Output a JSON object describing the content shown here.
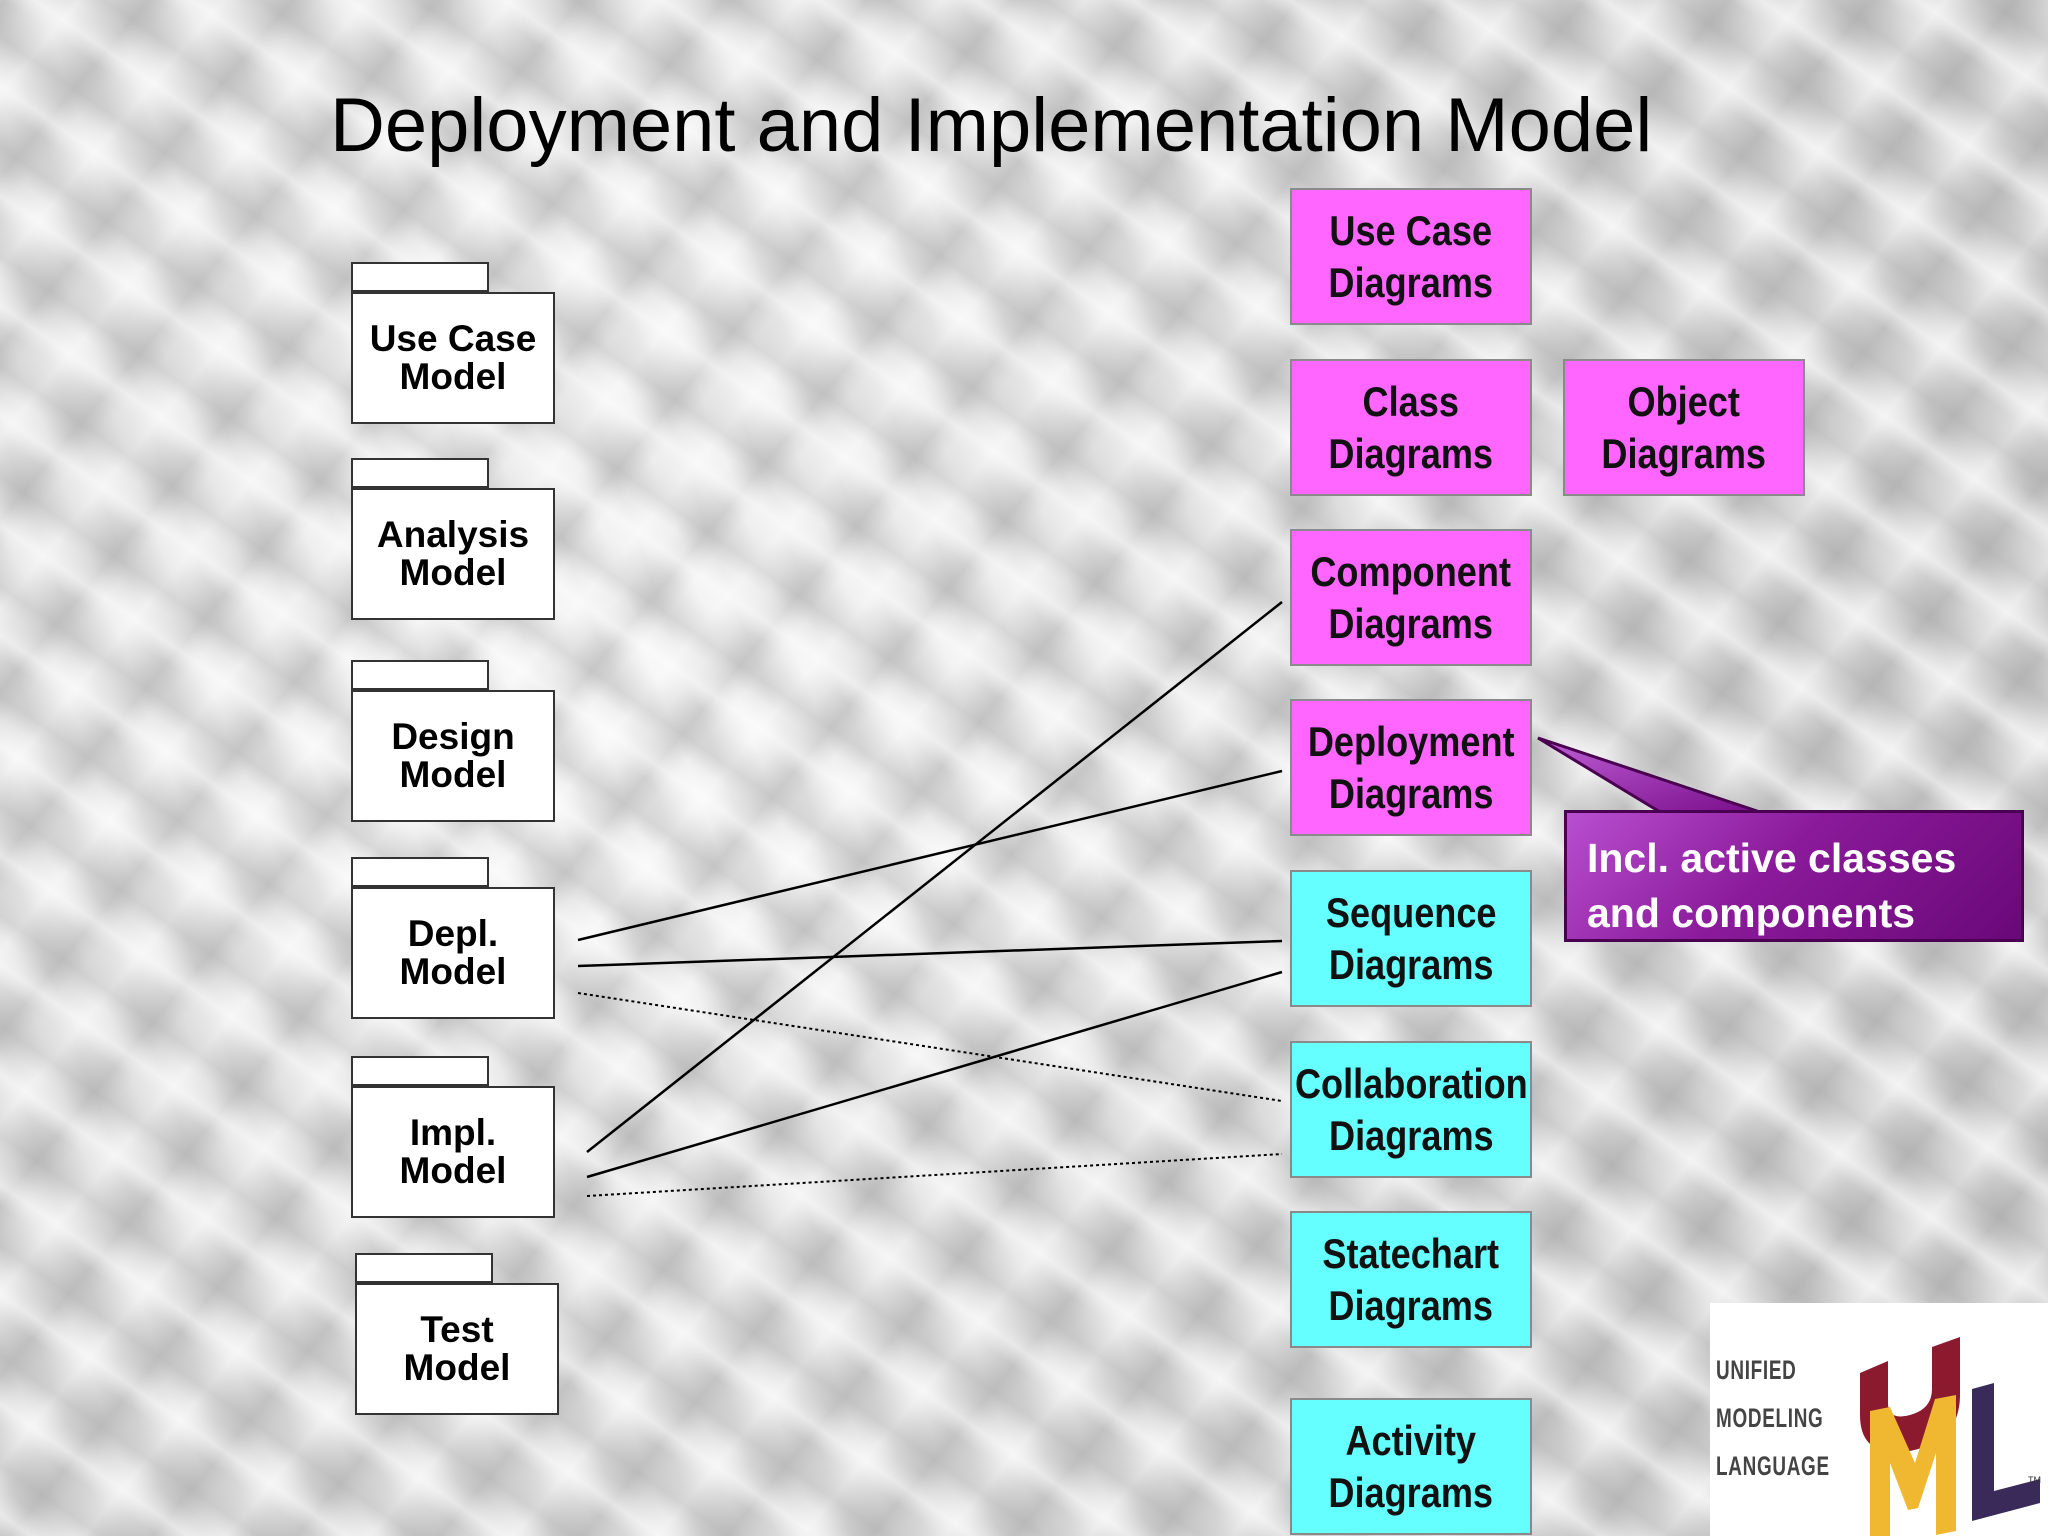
{
  "title": "Deployment and Implementation Model",
  "models": [
    {
      "label": "Use Case\nModel"
    },
    {
      "label": "Analysis\nModel"
    },
    {
      "label": "Design\nModel"
    },
    {
      "label": "Depl.\nModel"
    },
    {
      "label": "Impl.\nModel"
    },
    {
      "label": "Test\nModel"
    }
  ],
  "diagrams": [
    {
      "label": "Use Case\nDiagrams",
      "color": "#ff66ff"
    },
    {
      "label": "Class\nDiagrams",
      "color": "#ff66ff"
    },
    {
      "label": "Object\nDiagrams",
      "color": "#ff66ff"
    },
    {
      "label": "Component\nDiagrams",
      "color": "#ff66ff"
    },
    {
      "label": "Deployment\nDiagrams",
      "color": "#ff66ff"
    },
    {
      "label": "Sequence\nDiagrams",
      "color": "#66ffff"
    },
    {
      "label": "Collaboration\nDiagrams",
      "color": "#66ffff"
    },
    {
      "label": "Statechart\nDiagrams",
      "color": "#66ffff"
    },
    {
      "label": "Activity\nDiagrams",
      "color": "#66ffff"
    }
  ],
  "callout": {
    "text": "Incl. active classes\nand components",
    "color": "#8a1a9a"
  },
  "connections": [
    {
      "from": "Depl. Model",
      "to": "Deployment Diagrams",
      "style": "solid"
    },
    {
      "from": "Depl. Model",
      "to": "Sequence Diagrams",
      "style": "solid"
    },
    {
      "from": "Depl. Model",
      "to": "Collaboration Diagrams",
      "style": "dotted"
    },
    {
      "from": "Impl. Model",
      "to": "Component Diagrams",
      "style": "solid"
    },
    {
      "from": "Impl. Model",
      "to": "Sequence Diagrams",
      "style": "solid"
    },
    {
      "from": "Impl. Model",
      "to": "Collaboration Diagrams",
      "style": "dotted"
    }
  ],
  "logo": {
    "line1": "UNIFIED",
    "line2": "MODELING",
    "line3": "LANGUAGE",
    "tm": "TM",
    "letters": "UML"
  }
}
